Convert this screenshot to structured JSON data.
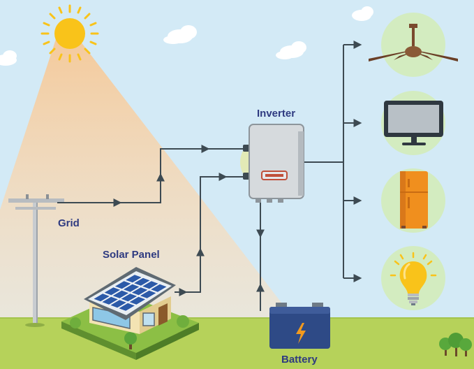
{
  "labels": {
    "inverter": "Inverter",
    "grid": "Grid",
    "solar_panel": "Solar Panel",
    "battery": "Battery"
  },
  "colors": {
    "sky": "#d3eaf6",
    "ground": "#b6d25a",
    "label_text": "#2e3a80",
    "wire": "#3d4a52",
    "sun": "#f9c31a",
    "sunbeam": "#f6c896",
    "appliance_circle": "#d3ecc0"
  },
  "appliances": [
    {
      "name": "ceiling-fan",
      "icon": "fan-icon"
    },
    {
      "name": "television",
      "icon": "tv-icon"
    },
    {
      "name": "refrigerator",
      "icon": "fridge-icon"
    },
    {
      "name": "light-bulb",
      "icon": "bulb-icon"
    }
  ]
}
